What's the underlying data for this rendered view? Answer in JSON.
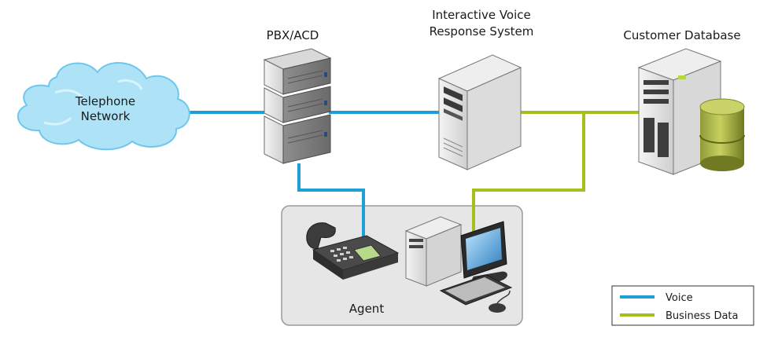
{
  "colors": {
    "voice": "#1ea0d6",
    "business_data": "#a8bd1e",
    "cloud": "#aee3f7",
    "agent_box_fill": "#e6e6e6",
    "agent_box_stroke": "#999999"
  },
  "nodes": {
    "telephone_network": {
      "label_line1": "Telephone",
      "label_line2": "Network",
      "icon": "cloud-icon"
    },
    "pbx": {
      "label": "PBX/ACD",
      "icon": "server-stack-icon"
    },
    "ivr": {
      "label_line1": "Interactive Voice",
      "label_line2": "Response System",
      "icon": "tower-server-icon"
    },
    "customer_db": {
      "label": "Customer Database",
      "icon": "database-server-icon"
    },
    "agent": {
      "label": "Agent",
      "icons": [
        "desk-phone-icon",
        "desktop-computer-icon"
      ]
    }
  },
  "legend": {
    "voice_label": "Voice",
    "business_data_label": "Business Data"
  }
}
